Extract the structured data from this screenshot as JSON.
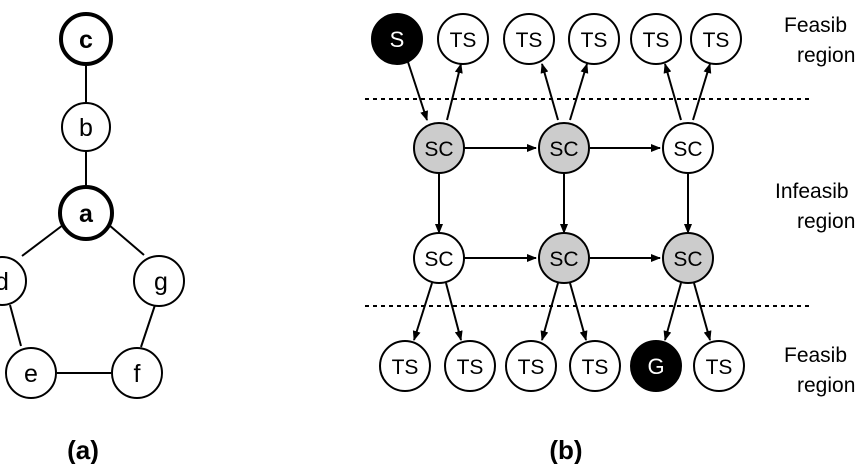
{
  "panel_a": {
    "caption": "(a)",
    "nodes": {
      "c": "c",
      "b": "b",
      "a": "a",
      "d": "d",
      "g": "g",
      "e": "e",
      "f": "f"
    }
  },
  "panel_b": {
    "caption": "(b)",
    "region_labels": {
      "feasible_top_1": "Feasib",
      "feasible_top_2": "region",
      "infeasible_1": "Infeasib",
      "infeasible_2": "region",
      "feasible_bottom_1": "Feasib",
      "feasible_bottom_2": "region"
    },
    "top_row": [
      "S",
      "TS",
      "TS",
      "TS",
      "TS",
      "TS"
    ],
    "mid_row_1": [
      "SC",
      "SC",
      "SC"
    ],
    "mid_row_2": [
      "SC",
      "SC",
      "SC"
    ],
    "bottom_row": [
      "TS",
      "TS",
      "TS",
      "TS",
      "G",
      "TS"
    ]
  },
  "colors": {
    "black": "#000000",
    "gray_fill": "#cccccc",
    "white": "#ffffff"
  }
}
